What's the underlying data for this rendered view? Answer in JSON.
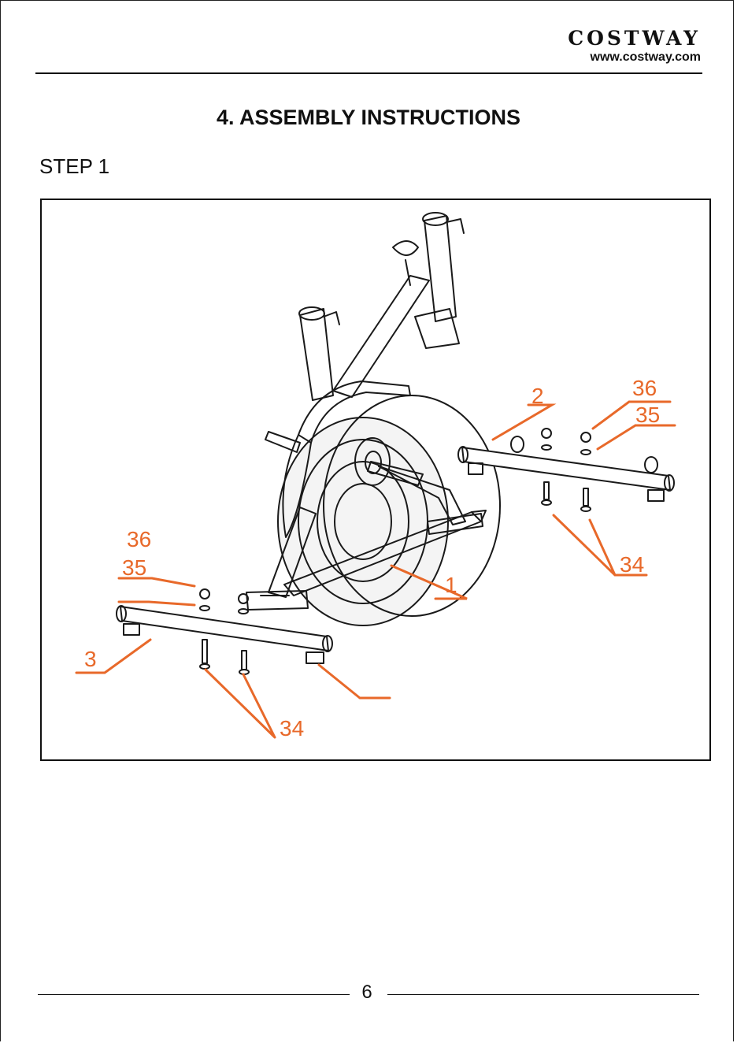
{
  "header": {
    "brand_name": "COSTWAY",
    "brand_url": "www.costway.com"
  },
  "main": {
    "section_title": "4. ASSEMBLY INSTRUCTIONS",
    "step_label": "STEP 1"
  },
  "diagram": {
    "callouts": {
      "frame": "1",
      "front_stabilizer": "2",
      "rear_stabilizer": "3",
      "bolt_right": "34",
      "washer_right": "35",
      "nut_right": "36",
      "bolt_left": "34",
      "washer_left": "35",
      "nut_left": "36"
    },
    "colors": {
      "callout": "#e8692a",
      "line_art": "#1a1a1a"
    }
  },
  "footer": {
    "page_number": "6"
  }
}
